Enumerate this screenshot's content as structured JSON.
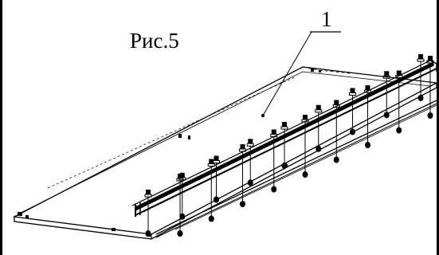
{
  "figure": {
    "caption": "Рис.5",
    "callouts": [
      {
        "label": "1"
      }
    ],
    "colors": {
      "ink": "#000000",
      "paper": "#ffffff"
    },
    "screw_count_front_row": 9,
    "screw_count_back_row": 9
  }
}
